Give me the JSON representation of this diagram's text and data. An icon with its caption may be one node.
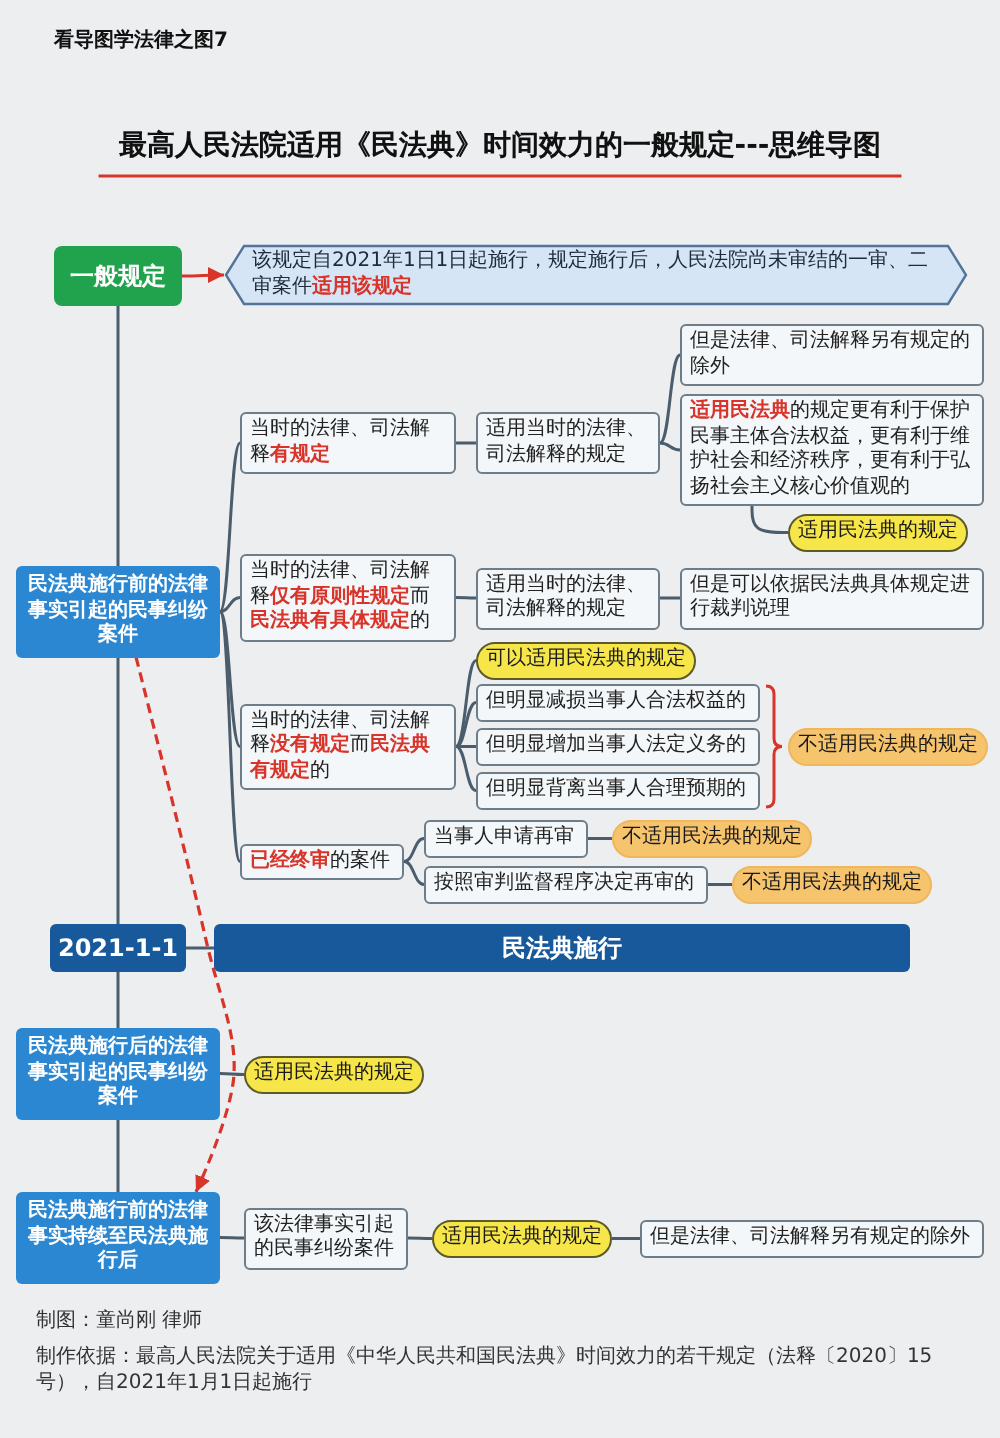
{
  "diagram": {
    "title": "最高人民法院适用《民法典》时间效力的一般规定---思维导图",
    "nodes": [
      {
        "text": [
          "一般规定"
        ]
      },
      {
        "text": [
          "该规定自2021年1日1日起施行，规定施行后，人民法院尚未审结的一审、二审案件**适用该规定**"
        ]
      },
      {
        "text": [
          "民法典施行前的法律事实引起的民事纠纷案件"
        ]
      },
      {
        "text": [
          "当时的法律、司法解释**有规定**"
        ]
      },
      {
        "text": [
          "适用当时的法律、司法解释的规定"
        ]
      },
      {
        "text": [
          "但是法律、司法解释另有规定的除外"
        ]
      },
      {
        "text": [
          "**适用民法典**的规定更有利于保护民事主体合法权益，更有利于维护社会和经济秩序，更有利于弘扬社会主义核心价值观的"
        ]
      },
      {
        "text": [
          "适用民法典的规定"
        ]
      },
      {
        "text": [
          "当时的法律、司法解释**仅有原则性规定**而**民法典有具体规定**的"
        ]
      },
      {
        "text": [
          "适用当时的法律、司法解释的规定"
        ]
      },
      {
        "text": [
          "但是可以依据民法典具体规定进行裁判说理"
        ]
      },
      {
        "text": [
          "当时的法律、司法解释**没有规定**而**民法典有规定**的"
        ]
      },
      {
        "text": [
          "可以适用民法典的规定"
        ]
      },
      {
        "text": [
          "但明显减损当事人合法权益的"
        ]
      },
      {
        "text": [
          "但明显增加当事人法定义务的"
        ]
      },
      {
        "text": [
          "但明显背离当事人合理预期的"
        ]
      },
      {
        "text": [
          "不适用民法典的规定"
        ]
      },
      {
        "text": [
          "**已经终审**的案件"
        ]
      },
      {
        "text": [
          "当事人申请再审"
        ]
      },
      {
        "text": [
          "不适用民法典的规定"
        ]
      },
      {
        "text": [
          "按照审判监督程序决定再审的"
        ]
      },
      {
        "text": [
          "不适用民法典的规定"
        ]
      },
      {
        "text": [
          "2021-1-1"
        ]
      },
      {
        "text": [
          "民法典施行"
        ]
      },
      {
        "text": [
          "民法典施行后的法律事实引起的民事纠纷案件"
        ]
      },
      {
        "text": [
          "适用民法典的规定"
        ]
      },
      {
        "text": [
          "民法典施行前的法律事实持续至民法典施行后"
        ]
      },
      {
        "text": [
          "该法律事实引起的民事纠纷案件"
        ]
      },
      {
        "text": [
          "适用民法典的规定"
        ]
      },
      {
        "text": [
          "但是法律、司法解释另有规定的除外"
        ]
      }
    ],
    "edges": [
      {
        "from": 0,
        "to": 1,
        "arrow": "to",
        "color": "#d8342a"
      },
      {
        "from": 0,
        "to": 2,
        "arrow": "none"
      },
      {
        "from": 2,
        "to": 22,
        "arrow": "none"
      },
      {
        "from": 22,
        "to": 24,
        "arrow": "none"
      },
      {
        "from": 24,
        "to": 26,
        "arrow": "none"
      },
      {
        "from": 22,
        "to": 23,
        "arrow": "none"
      },
      {
        "from": 2,
        "to": 3,
        "arrow": "none"
      },
      {
        "from": 2,
        "to": 8,
        "arrow": "none"
      },
      {
        "from": 2,
        "to": 11,
        "arrow": "none"
      },
      {
        "from": 2,
        "to": 17,
        "arrow": "none"
      },
      {
        "from": 3,
        "to": 4,
        "arrow": "none"
      },
      {
        "from": 4,
        "to": 5,
        "arrow": "none"
      },
      {
        "from": 4,
        "to": 6,
        "arrow": "none"
      },
      {
        "from": 6,
        "to": 7,
        "arrow": "none"
      },
      {
        "from": 8,
        "to": 9,
        "arrow": "none"
      },
      {
        "from": 9,
        "to": 10,
        "arrow": "none"
      },
      {
        "from": 11,
        "to": 12,
        "arrow": "none"
      },
      {
        "from": 11,
        "to": 13,
        "arrow": "none"
      },
      {
        "from": 11,
        "to": 14,
        "arrow": "none"
      },
      {
        "from": 11,
        "to": 15,
        "arrow": "none"
      },
      {
        "from": 17,
        "to": 18,
        "arrow": "none"
      },
      {
        "from": 17,
        "to": 20,
        "arrow": "none"
      },
      {
        "from": 18,
        "to": 19,
        "arrow": "none"
      },
      {
        "from": 20,
        "to": 21,
        "arrow": "none"
      },
      {
        "from": 24,
        "to": 25,
        "arrow": "none"
      },
      {
        "from": 26,
        "to": 27,
        "arrow": "none"
      },
      {
        "from": 27,
        "to": 28,
        "arrow": "none"
      },
      {
        "from": 28,
        "to": 29,
        "arrow": "none"
      },
      {
        "from": 2,
        "to": 26,
        "arrow": "to",
        "style": "dashed",
        "color": "#d8342a"
      }
    ],
    "labels": [
      "看导图学法律之图7",
      "制图：童尚刚 律师",
      "制作依据：最高人民法院关于适用《中华人民共和国民法典》时间效力的若干规定（法释〔2020〕15号），自2021年1月1日起施行"
    ]
  }
}
